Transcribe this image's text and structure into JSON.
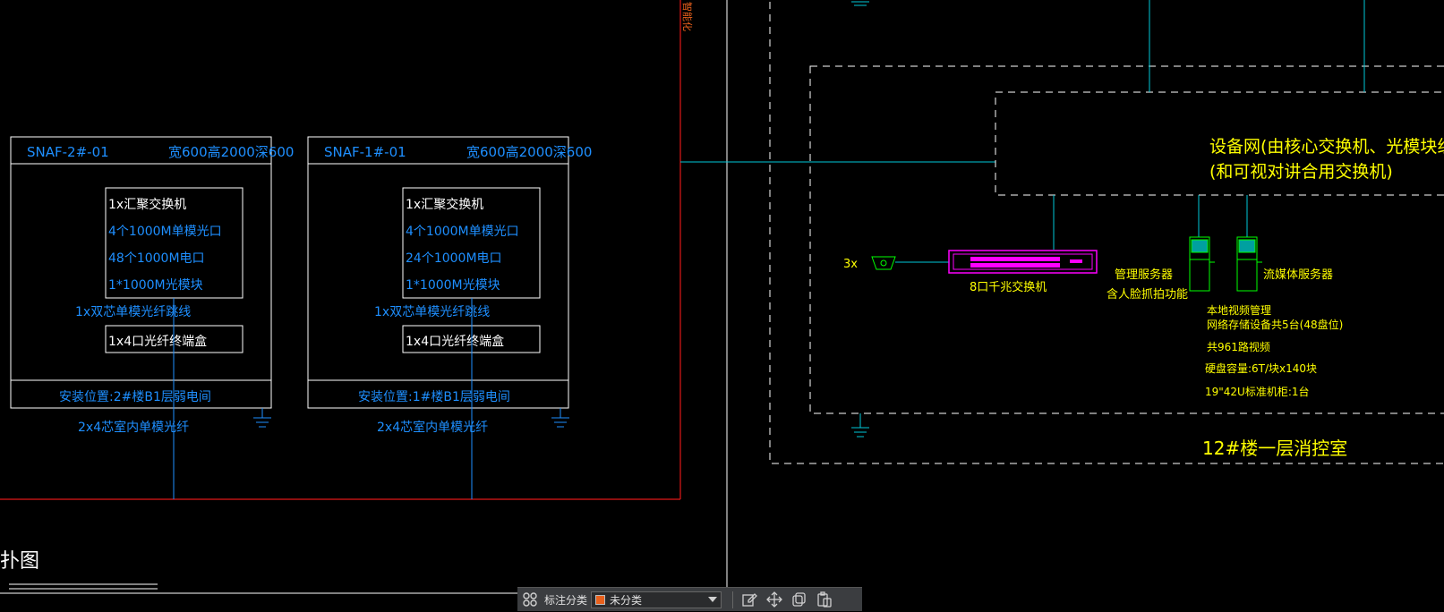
{
  "colors": {
    "background": "#000000",
    "white": "#ffffff",
    "blue": "#1e8fff",
    "cyan": "#00c8d8",
    "yellow": "#ffff00",
    "green": "#00ff00",
    "magenta": "#ff00ff",
    "red": "#ff2020",
    "orange": "#e8601c"
  },
  "left_cabinet": {
    "title": "SNAF-2#-01",
    "size": "宽600高2000深600",
    "switch_lines": [
      "1x汇聚交换机",
      "4个1000M单模光口",
      "48个1000M电口",
      "1*1000M光模块"
    ],
    "jumper": "1x双芯单模光纤跳线",
    "terminal": "1x4口光纤终端盒",
    "location": "安装位置:2#楼B1层弱电间",
    "fiber": "2x4芯室内单模光纤"
  },
  "right_cabinet": {
    "title": "SNAF-1#-01",
    "size": "宽600高2000深600",
    "switch_lines": [
      "1x汇聚交换机",
      "4个1000M单模光口",
      "24个1000M电口",
      "1*1000M光模块"
    ],
    "jumper": "1x双芯单模光纤跳线",
    "terminal": "1x4口光纤终端盒",
    "location": "安装位置:1#楼B1层弱电间",
    "fiber": "2x4芯室内单模光纤"
  },
  "device_net": {
    "line1": "设备网(由核心交换机、光模块组成)",
    "line2": "(和可视对讲合用交换机)"
  },
  "devices": {
    "camera_count": "3x",
    "switch_label": "8口千兆交换机",
    "mgmt_server_line1": "管理服务器",
    "mgmt_server_line2": "含人脸抓拍功能",
    "streaming_server": "流媒体服务器",
    "storage_lines": [
      "本地视频管理",
      "网络存储设备共5台(48盘位)",
      "共961路视频",
      "硬盘容量:6T/块x140块",
      "19\"42U标准机柜:1台"
    ]
  },
  "room_label": "12#楼一层消控室",
  "frame_side_text": "智能化",
  "bottom_left_text": "扑图",
  "toolbar": {
    "label": "标注分类",
    "select_value": "未分类",
    "swatch_color": "#e8601c",
    "icons": [
      "grid-icon",
      "edit-icon",
      "move-icon",
      "copy-icon",
      "paste-icon",
      "chevron-down-icon"
    ]
  }
}
